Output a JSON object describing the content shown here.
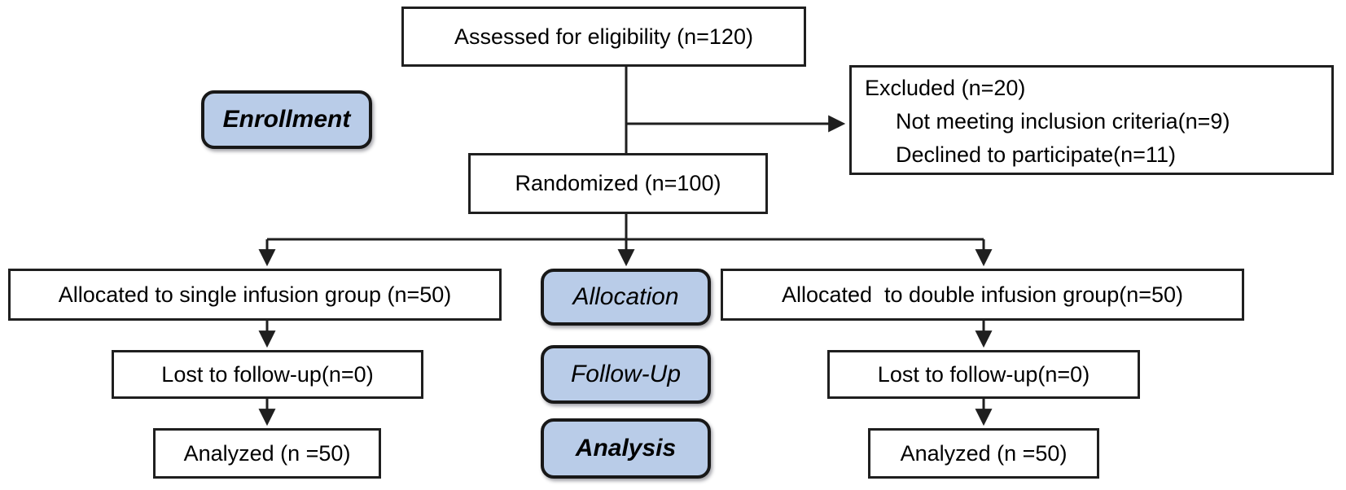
{
  "colors": {
    "stage_fill": "#b9cce8",
    "box_fill": "#ffffff",
    "border": "#1f1f1f",
    "line": "#1f1f1f",
    "text": "#000000",
    "background": "#ffffff"
  },
  "flow": {
    "assessed": {
      "label": "Assessed for eligibility (n=120)"
    },
    "excluded": {
      "title": "Excluded (n=20)",
      "reasons": [
        "Not meeting inclusion criteria(n=9)",
        "Declined to participate(n=11)"
      ]
    },
    "randomized": {
      "label": "Randomized (n=100)"
    },
    "stages": {
      "enrollment": "Enrollment",
      "allocation": "Allocation",
      "follow_up": "Follow-Up",
      "analysis": "Analysis"
    },
    "left_arm": {
      "allocated": "Allocated to single infusion group (n=50)",
      "lost_to_follow_up": "Lost to follow-up(n=0)",
      "analyzed": "Analyzed (n =50)"
    },
    "right_arm": {
      "allocated": "Allocated  to double infusion group(n=50)",
      "lost_to_follow_up": "Lost to follow-up(n=0)",
      "analyzed": "Analyzed (n =50)"
    }
  }
}
